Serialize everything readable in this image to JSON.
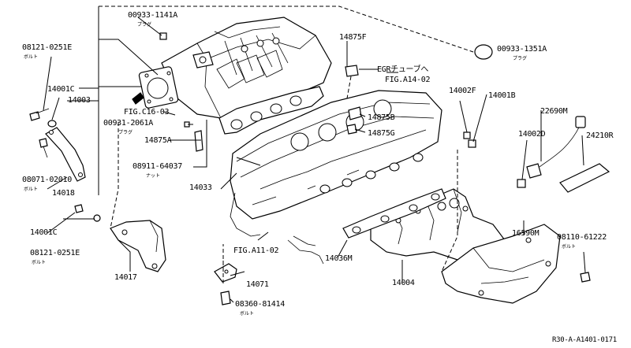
{
  "parts": {
    "p_00933_1141A": "00933-1141A",
    "p_00933_1141A_sub": "プラグ",
    "p_08121_0251E_top": "08121-0251E",
    "p_08121_0251E_top_sub": "ボルト",
    "p_14001C_top": "14001C",
    "p_14003": "14003",
    "p_14875F": "14875F",
    "p_egr": "EGRチューブへ",
    "p_fig_a14_02": "FIG.A14-02",
    "p_00933_1351A": "00933-1351A",
    "p_00933_1351A_sub": "プラグ",
    "p_fig_c16_03": "FIG.C16-03",
    "p_00931_2061A": "00931-2061A",
    "p_00931_2061A_sub": "プラグ",
    "p_14002F": "14002F",
    "p_14001B": "14001B",
    "p_14875B": "14875B",
    "p_14875G": "14875G",
    "p_22690M": "22690M",
    "p_14875A": "14875A",
    "p_14002D": "14002D",
    "p_24210R": "24210R",
    "p_08911_64037": "08911-64037",
    "p_08911_64037_sub": "ナット",
    "p_08071_02010": "08071-02010",
    "p_08071_02010_sub": "ボルト",
    "p_14033": "14033",
    "p_14018": "14018",
    "p_14001C_bottom": "14001C",
    "p_16590M": "16590M",
    "p_08110_61222": "08110-61222",
    "p_08110_61222_sub": "ボルト",
    "p_fig_a11_02": "FIG.A11-02",
    "p_08121_0251E_bottom": "08121-0251E",
    "p_08121_0251E_bottom_sub": "ボルト",
    "p_14036M": "14036M",
    "p_14017": "14017",
    "p_14071": "14071",
    "p_14004": "14004",
    "p_08360_81414": "08360-81414",
    "p_08360_81414_sub": "ボルト"
  },
  "diagram_ref": "R30-A-A1401-0171"
}
